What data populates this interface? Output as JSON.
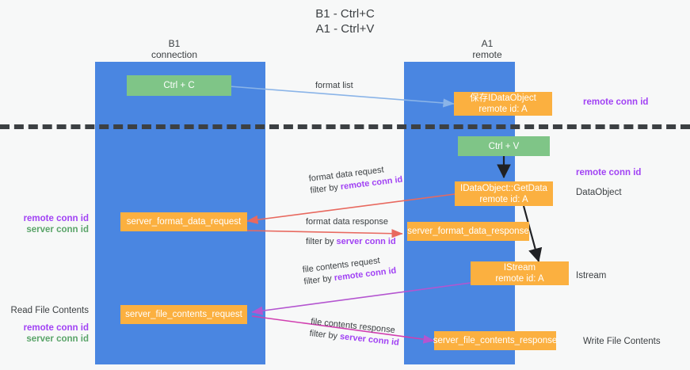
{
  "title": {
    "line1": "B1 - Ctrl+C",
    "line2": "A1 - Ctrl+V"
  },
  "columns": [
    {
      "name": "B1",
      "sub": "connection"
    },
    {
      "name": "A1",
      "sub": "remote"
    }
  ],
  "boxes": {
    "ctrl_c": "Ctrl + C",
    "ctrl_v": "Ctrl + V",
    "save_idataobject_title": "保存IDataObject",
    "save_idataobject_sub": "remote id: A",
    "getdata_title": "IDataObject::GetData",
    "getdata_sub": "remote id: A",
    "istream_title": "IStream",
    "istream_sub": "remote id: A",
    "server_format_data_request": "server_format_data_request",
    "server_format_data_response": "server_format_data_response",
    "server_file_contents_request": "server_file_contents_request",
    "server_file_contents_response": "server_file_contents_response"
  },
  "edges": {
    "format_list": "format list",
    "format_data_request": "format data request",
    "format_data_request_filter_prefix": "filter by ",
    "format_data_request_filter_key": "remote conn id",
    "format_data_response": "format data response",
    "format_data_response_filter_prefix": "filter by ",
    "format_data_response_filter_key": "server conn id",
    "file_contents_request": "file contents request",
    "file_contents_request_filter_prefix": "filter by ",
    "file_contents_request_filter_key": "remote conn id",
    "file_contents_response": "file contents response",
    "file_contents_response_filter_prefix": "filter by ",
    "file_contents_response_filter_key": "server conn id"
  },
  "right_labels": {
    "remote_conn_id_top": "remote conn id",
    "remote_conn_id_mid": "remote conn id",
    "dataobject": "DataObject",
    "istream": "Istream",
    "write_file_contents": "Write File Contents"
  },
  "left_labels": {
    "remote_conn_id_mid": "remote conn id",
    "server_conn_id_mid": "server conn id",
    "read_file_contents": "Read File Contents",
    "remote_conn_id_bottom": "remote conn id",
    "server_conn_id_bottom": "server conn id"
  },
  "colors": {
    "lane": "#4a86e1",
    "green_box": "#7fc587",
    "orange_box": "#fbb040",
    "purple_text": "#a142f4",
    "green_text": "#5aa469",
    "arrow_blue": "#8ab4e8",
    "arrow_red": "#e8695f",
    "arrow_purple": "#b455d0",
    "arrow_black": "#202124",
    "background": "#f7f8f8"
  }
}
